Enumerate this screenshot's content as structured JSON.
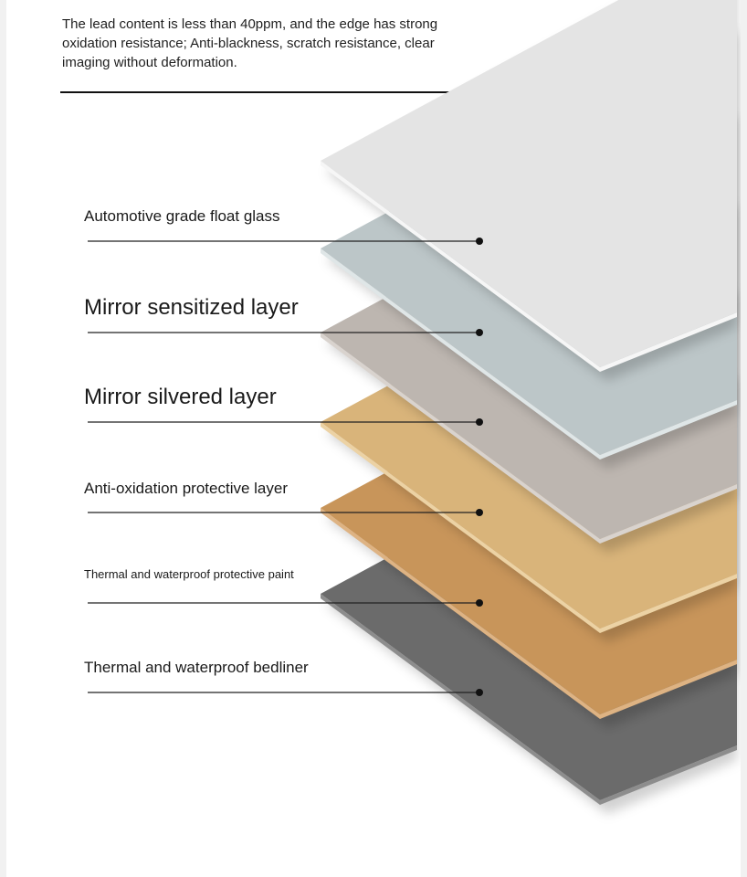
{
  "intro": {
    "text": "The lead content is less than 40ppm, and the edge has strong oxidation resistance; Anti-blackness, scratch resistance, clear imaging without deformation."
  },
  "layers": [
    {
      "label": "Automotive grade float glass",
      "color": "#e4e4e4",
      "edge": "#f6f6f6"
    },
    {
      "label": "Mirror sensitized layer",
      "color": "#bcc6c8",
      "edge": "#dfe6e7"
    },
    {
      "label": "Mirror silvered layer",
      "color": "#bdb6b0",
      "edge": "#d9d3ce"
    },
    {
      "label": "Anti-oxidation protective layer",
      "color": "#d9b47a",
      "edge": "#ecd2a4"
    },
    {
      "label": "Thermal and waterproof protective paint",
      "color": "#c8955a",
      "edge": "#deb383"
    },
    {
      "label": "Thermal and waterproof bedliner",
      "color": "#6b6b6b",
      "edge": "#8d8d8d"
    }
  ]
}
